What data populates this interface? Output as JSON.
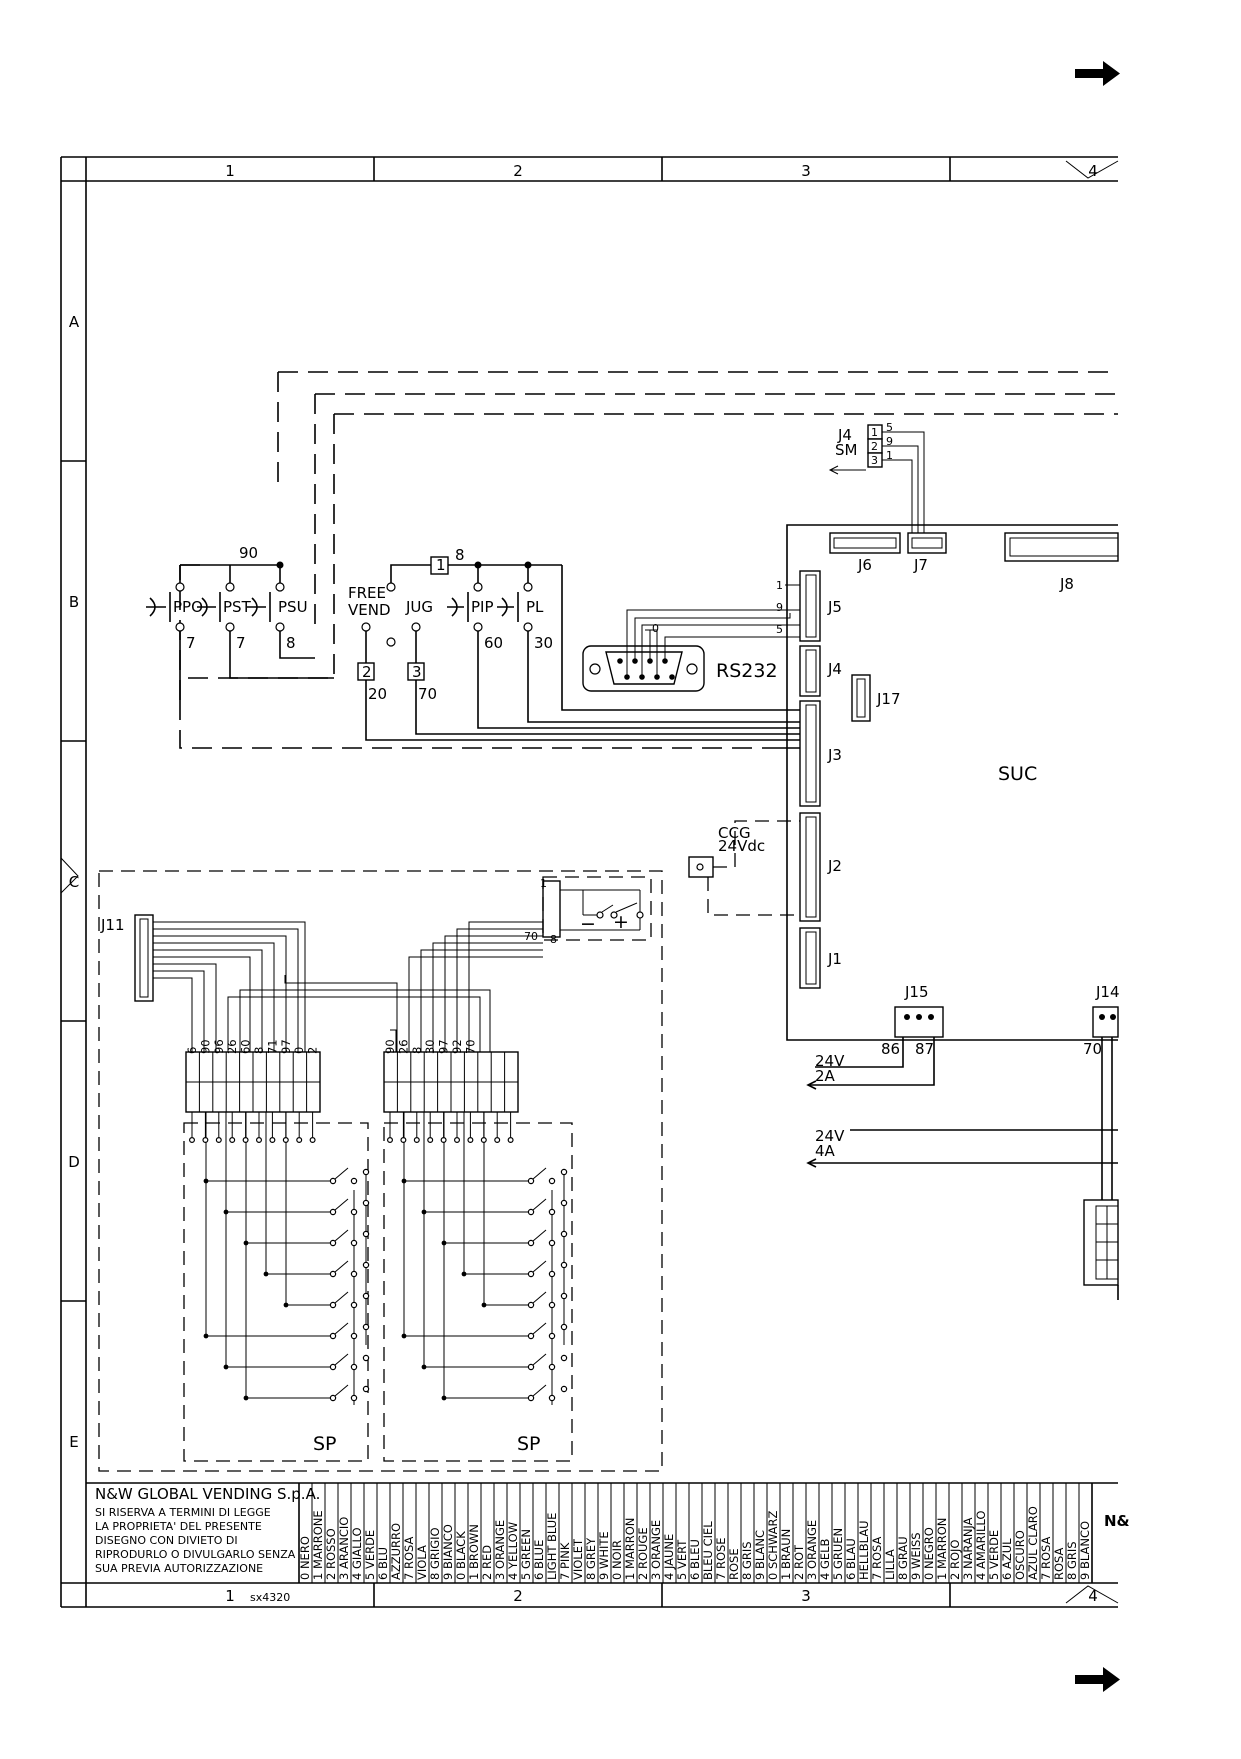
{
  "frame": {
    "columns": [
      "1",
      "2",
      "3",
      "4"
    ],
    "rows": [
      "A",
      "B",
      "C",
      "D",
      "E"
    ],
    "drawing_code": "sx4320"
  },
  "components": {
    "switches": [
      "PPO",
      "PST",
      "PSU",
      "FREE",
      "VEND",
      "JUG",
      "PIP",
      "PL"
    ],
    "wire_numbers": [
      "90",
      "8",
      "7",
      "7",
      "8",
      "60",
      "30",
      "20",
      "70",
      "86",
      "87",
      "70",
      "70"
    ],
    "boxed_numbers": [
      "1",
      "2",
      "3"
    ],
    "connectors": [
      "J1",
      "J2",
      "J3",
      "J4",
      "J5",
      "J6",
      "J7",
      "J8",
      "J11",
      "J14",
      "J15",
      "J17"
    ],
    "rs232": "RS232",
    "suc": "SUC",
    "ccg": [
      "CCG",
      "24Vdc"
    ],
    "j4sm": [
      "J4",
      "SM"
    ],
    "j4sm_pins": [
      "1",
      "2",
      "3"
    ],
    "j4sm_wires": [
      "5",
      "9",
      "1"
    ],
    "j5_pins": [
      "1",
      "9",
      "5"
    ],
    "db_pin": "0",
    "supply_a": [
      "24V",
      "2A"
    ],
    "supply_b": [
      "24V",
      "4A"
    ],
    "sp_label": "SP",
    "sp1_wires": [
      "6",
      "90",
      "96",
      "26",
      "60",
      "8",
      "71",
      "97",
      "0",
      "2"
    ],
    "sp2_wires": [
      "90",
      "26",
      "8",
      "30",
      "97",
      "92",
      "70"
    ],
    "j11_wire": "70",
    "j11_pins": [
      "1",
      "8"
    ],
    "switch_signs": [
      "−",
      "+"
    ]
  },
  "title_block": {
    "company": "N&W GLOBAL VENDING S.p.A.",
    "notice": [
      "SI RISERVA A TERMINI DI LEGGE",
      "LA PROPRIETA' DEL PRESENTE",
      "DISEGNO CON DIVIETO DI",
      "RIPRODURLO O DIVULGARLO SENZA",
      "SUA PREVIA AUTORIZZAZIONE"
    ],
    "color_legend": [
      "0 NERO",
      "1 MARRONE",
      "2 ROSSO",
      "3 ARANCIO",
      "4 GIALLO",
      "5 VERDE",
      "6 BLU",
      "AZZURRO",
      "7 ROSA",
      "VIOLA",
      "8 GRIGIO",
      "9 BIANCO",
      "0 BLACK",
      "1 BROWN",
      "2 RED",
      "3 ORANGE",
      "4 YELLOW",
      "5 GREEN",
      "6 BLUE",
      "LIGHT BLUE",
      "7 PINK",
      "VIOLET",
      "8 GREY",
      "9 WHITE",
      "0 NOIR",
      "1 MARRON",
      "2 ROUGE",
      "3 ORANGE",
      "4 JAUNE",
      "5 VERT",
      "6 BLEU",
      "BLEU CIEL",
      "7 ROSE",
      "ROSE",
      "8 GRIS",
      "9 BLANC",
      "0 SCHWARZ",
      "1 BRAUN",
      "2 ROT",
      "3 ORANGE",
      "4 GELB",
      "5 GRUEN",
      "6 BLAU",
      "HELLBLAU",
      "7 ROSA",
      "LILLA",
      "8 GRAU",
      "9 WEISS",
      "0 NEGRO",
      "1 MARRON",
      "2 ROJO",
      "3 NARANJA",
      "4 AMARILLO",
      "5 VERDE",
      "6 AZUL",
      "OSCURO",
      "AZUL CLARO",
      "7 ROSA",
      "ROSA",
      "8 GRIS",
      "9 BLANCO"
    ],
    "truncated": "N&"
  }
}
